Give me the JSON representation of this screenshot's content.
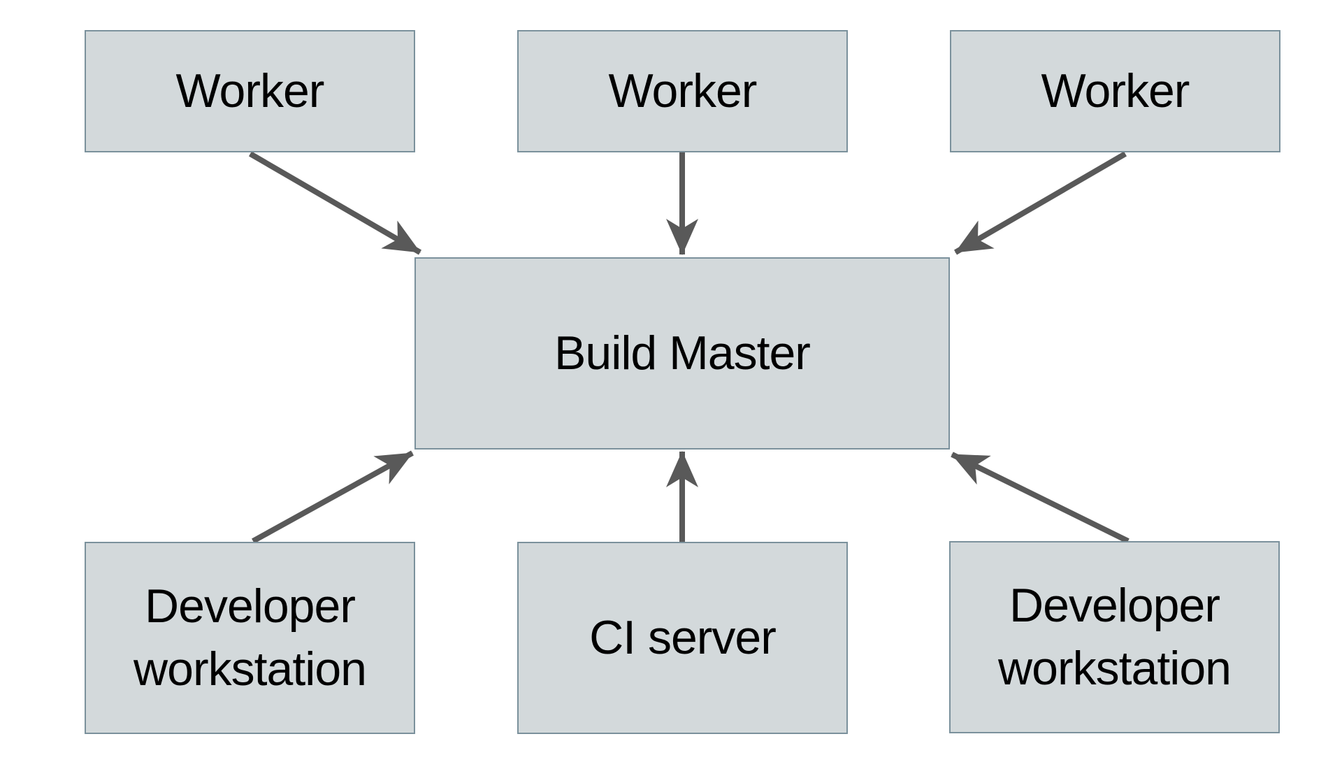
{
  "diagram": {
    "background_color": "#ffffff",
    "node_fill_color": "#d3d9db",
    "node_border_color": "#7b919c",
    "arrow_color": "#595959",
    "text_color": "#000000",
    "nodes": [
      {
        "id": "worker-1",
        "label": "Worker"
      },
      {
        "id": "worker-2",
        "label": "Worker"
      },
      {
        "id": "worker-3",
        "label": "Worker"
      },
      {
        "id": "build-master",
        "label": "Build Master"
      },
      {
        "id": "dev-workstation-left",
        "label": "Developer workstation"
      },
      {
        "id": "ci-server",
        "label": "CI server"
      },
      {
        "id": "dev-workstation-right",
        "label": "Developer workstation"
      }
    ],
    "edges": [
      {
        "from": "worker-1",
        "to": "build-master"
      },
      {
        "from": "worker-2",
        "to": "build-master"
      },
      {
        "from": "worker-3",
        "to": "build-master"
      },
      {
        "from": "dev-workstation-left",
        "to": "build-master"
      },
      {
        "from": "ci-server",
        "to": "build-master"
      },
      {
        "from": "dev-workstation-right",
        "to": "build-master"
      }
    ]
  }
}
